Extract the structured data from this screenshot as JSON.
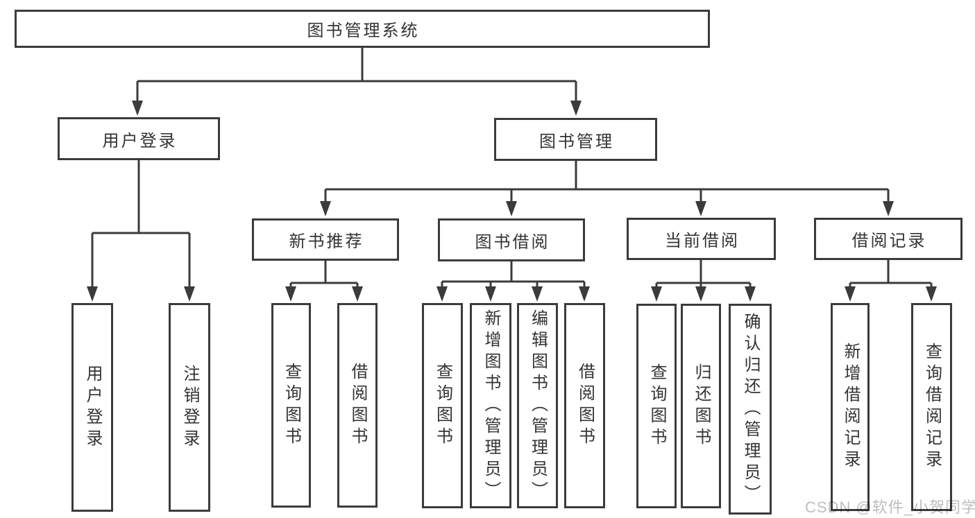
{
  "tree": {
    "label": "图书管理系统",
    "children": [
      {
        "label": "用户登录",
        "children": [
          {
            "label": "用户登录"
          },
          {
            "label": "注销登录"
          }
        ]
      },
      {
        "label": "图书管理",
        "children": [
          {
            "label": "新书推荐",
            "children": [
              {
                "label": "查询图书"
              },
              {
                "label": "借阅图书"
              }
            ]
          },
          {
            "label": "图书借阅",
            "children": [
              {
                "label": "查询图书"
              },
              {
                "label": "新增图书（管理员）"
              },
              {
                "label": "编辑图书（管理员）"
              },
              {
                "label": "借阅图书"
              }
            ]
          },
          {
            "label": "当前借阅",
            "children": [
              {
                "label": "查询图书"
              },
              {
                "label": "归还图书"
              },
              {
                "label": "确认归还（管理员）"
              }
            ]
          },
          {
            "label": "借阅记录",
            "children": [
              {
                "label": "新增借阅记录"
              },
              {
                "label": "查询借阅记录"
              }
            ]
          }
        ]
      }
    ]
  },
  "watermark": {
    "text": "CSDN @软件_小贺同学"
  },
  "colors": {
    "line": "#3b3b3b",
    "box_border": "#3b3b3b",
    "text": "#333333",
    "watermark": "#bdbdbd",
    "background": "#ffffff"
  }
}
